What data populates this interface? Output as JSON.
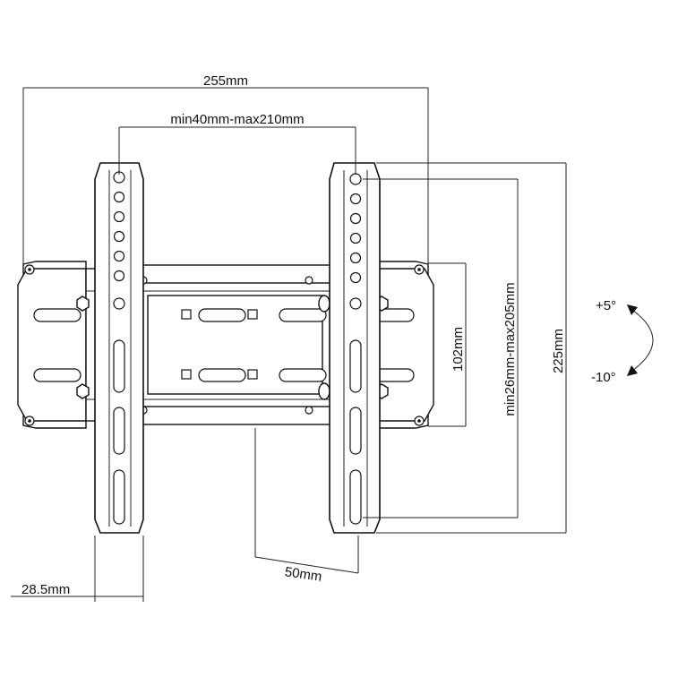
{
  "dimensions": {
    "overall_width": "255mm",
    "hole_spacing_horizontal": "min40mm-max210mm",
    "plate_height": "102mm",
    "hole_spacing_vertical": "min26mm-max205mm",
    "overall_height": "225mm",
    "wall_distance": "50mm",
    "profile_depth": "28.5mm"
  },
  "tilt": {
    "up": "+5°",
    "down": "-10°"
  }
}
